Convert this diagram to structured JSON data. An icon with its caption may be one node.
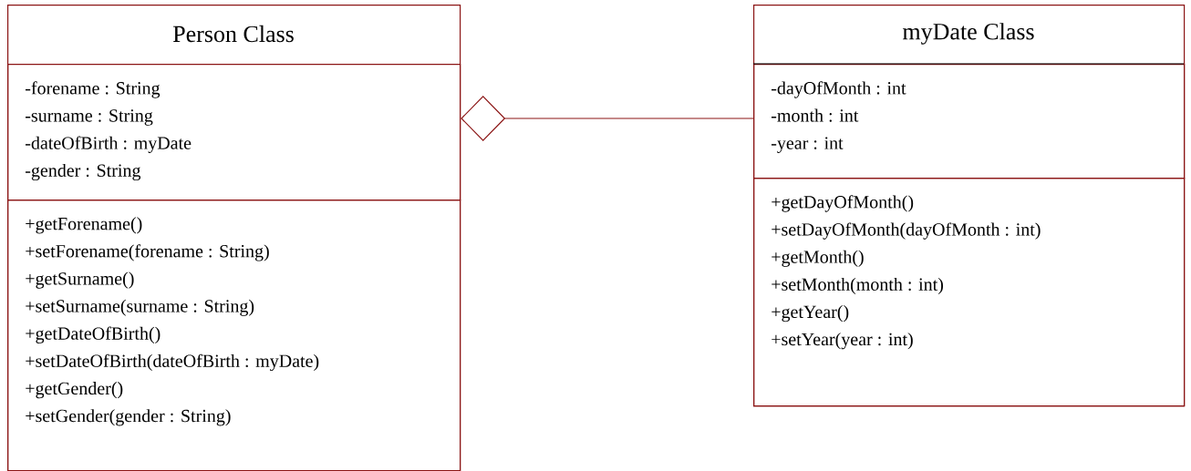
{
  "diagram": {
    "nodes": [
      {
        "text": [
          "Person Class"
        ]
      },
      {
        "text": [
          "-forename : String",
          "-surname : String",
          "-dateOfBirth : myDate",
          "-gender : String"
        ],
        "in": 0
      },
      {
        "text": [
          "+getForename()",
          "+setForename(forename : String)",
          "+getSurname()",
          "+setSurname(surname : String)",
          "+getDateOfBirth()",
          "+setDateOfBirth(dateOfBirth : myDate)",
          "+getGender()",
          "+setGender(gender : String)"
        ],
        "in": 0
      },
      {
        "text": [
          "myDate Class"
        ]
      },
      {
        "text": [
          "-dayOfMonth : int",
          "-month : int",
          "-year : int"
        ],
        "in": 3
      },
      {
        "text": [
          "+getDayOfMonth()",
          "+setDayOfMonth(dayOfMonth : int)",
          "+getMonth()",
          "+setMonth(month : int)",
          "+getYear()",
          "+setYear(year : int)"
        ],
        "in": 3
      }
    ],
    "edges": [
      {
        "from": 0,
        "to": 3,
        "arrow": "other"
      }
    ]
  }
}
